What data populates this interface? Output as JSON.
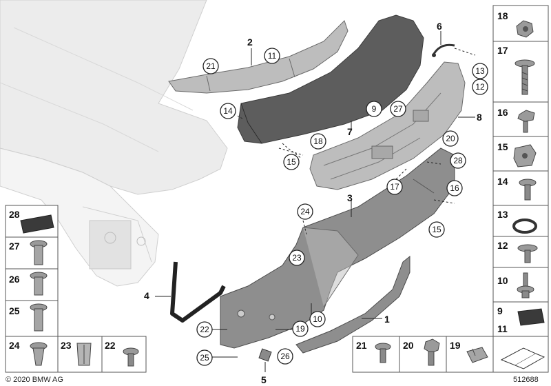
{
  "footer": {
    "copyright": "© 2020 BMW AG",
    "diagram_id": "512688"
  },
  "callouts": {
    "c2": "2",
    "c21a": "21",
    "c11": "11",
    "c6": "6",
    "c13": "13",
    "c12": "12",
    "c14": "14",
    "c9": "9",
    "c27": "27",
    "c7": "7",
    "c8": "8",
    "c18": "18",
    "c15a": "15",
    "c20": "20",
    "c28": "28",
    "c17": "17",
    "c16": "16",
    "c3": "3",
    "c15b": "15",
    "c24": "24",
    "c23": "23",
    "c4": "4",
    "c10": "10",
    "c22": "22",
    "c19": "19",
    "c1": "1",
    "c25": "25",
    "c26": "26",
    "c5": "5"
  },
  "right_panel": [
    "18",
    "17",
    "16",
    "15",
    "14",
    "13",
    "12",
    "10",
    "9",
    "11"
  ],
  "left_panel": [
    "28",
    "27",
    "26",
    "25"
  ],
  "bottom_panel": [
    "24",
    "23",
    "22",
    "21",
    "20",
    "19"
  ]
}
